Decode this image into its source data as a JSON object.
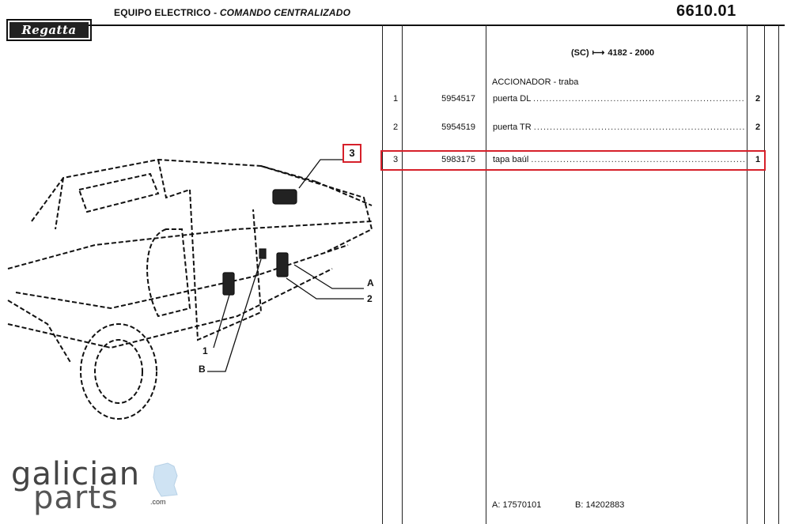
{
  "header": {
    "brand": "Regatta",
    "title_main": "EQUIPO ELECTRICO",
    "title_separator": " - ",
    "title_sub": "COMANDO CENTRALIZADO",
    "page_code": "6610.01"
  },
  "table": {
    "sc_prefix": "(SC)",
    "sc_arrow": "⟼",
    "sc_range": "4182 - 2000",
    "group_title": "ACCIONADOR - traba",
    "rows": [
      {
        "num": "1",
        "part": "5954517",
        "desc": "puerta DL",
        "qty": "2"
      },
      {
        "num": "2",
        "part": "5954519",
        "desc": "puerta TR",
        "qty": "2"
      },
      {
        "num": "3",
        "part": "5983175",
        "desc": "tapa baúl",
        "qty": "1"
      }
    ],
    "dots": "...............................................................................",
    "footer_a": "A: 17570101",
    "footer_b": "B: 14202883"
  },
  "drawing": {
    "callout_3": "3",
    "label_A": "A",
    "label_2": "2",
    "label_1": "1",
    "label_B": "B"
  },
  "logo": {
    "line1": "galician",
    "line2": "parts",
    "tld": ".com"
  },
  "colors": {
    "highlight": "#d6202a",
    "ink": "#111111",
    "logo_map": "#cfe3f3"
  }
}
